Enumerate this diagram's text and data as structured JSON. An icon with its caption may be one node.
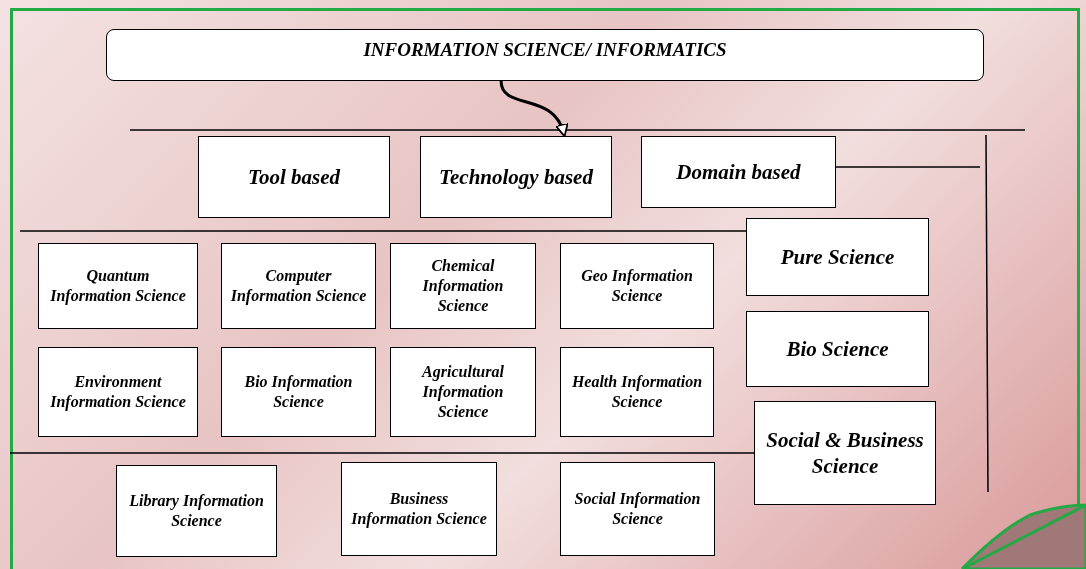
{
  "diagram": {
    "nodes": [
      {
        "text": [
          "INFORMATION SCIENCE/ INFORMATICS"
        ]
      },
      {
        "text": [
          "Tool based"
        ]
      },
      {
        "text": [
          "Technology based"
        ]
      },
      {
        "text": [
          "Domain based"
        ]
      },
      {
        "text": [
          "Pure Science"
        ]
      },
      {
        "text": [
          "Bio Science"
        ]
      },
      {
        "text": [
          "Social & Business Science"
        ]
      },
      {
        "text": [
          "Quantum Information Science"
        ]
      },
      {
        "text": [
          "Computer Information Science"
        ]
      },
      {
        "text": [
          "Chemical Information Science"
        ]
      },
      {
        "text": [
          "Geo Information Science"
        ]
      },
      {
        "text": [
          "Environment Information Science"
        ]
      },
      {
        "text": [
          "Bio Information Science"
        ]
      },
      {
        "text": [
          "Agricultural Information Science"
        ]
      },
      {
        "text": [
          "Health Information Science"
        ]
      },
      {
        "text": [
          "Library Information Science"
        ]
      },
      {
        "text": [
          "Business Information Science"
        ]
      },
      {
        "text": [
          "Social Information Science"
        ]
      }
    ],
    "edges": [
      {
        "from": 0,
        "to": 2,
        "arrow": "to"
      }
    ]
  }
}
